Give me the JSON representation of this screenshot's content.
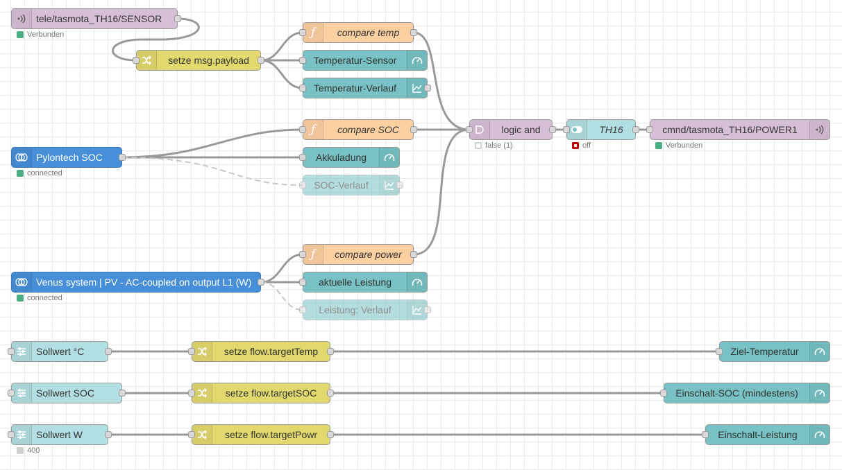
{
  "colors": {
    "mqtt": "#d8bfd8",
    "change": "#e2d96e",
    "function": "#fdd0a2",
    "dashboard": "#78c2c5",
    "slider": "#b2dfe3",
    "victron": "#4790d9",
    "status_green": "#4caf83",
    "status_red": "#c00000",
    "status_grey": "#d0d0d0",
    "wire": "#999999"
  },
  "nodes": {
    "mqtt_in_sensor": {
      "label": "tele/tasmota_TH16/SENSOR",
      "icon": "wifi-icon",
      "status": "Verbunden"
    },
    "change_payload": {
      "label": "setze msg.payload",
      "icon": "shuffle-icon"
    },
    "func_compare_temp": {
      "label": "compare temp",
      "icon": "function-icon"
    },
    "gauge_temp_sensor": {
      "label": "Temperatur-Sensor",
      "icon": "gauge-icon"
    },
    "chart_temp_verlauf": {
      "label": "Temperatur-Verlauf",
      "icon": "chart-icon"
    },
    "func_compare_soc": {
      "label": "compare SOC",
      "icon": "function-icon"
    },
    "logic_and": {
      "label": "logic and",
      "icon": "and-gate-icon",
      "status": "false (1)"
    },
    "switch_th16": {
      "label": "TH16",
      "icon": "toggle-icon",
      "status": "off"
    },
    "mqtt_out_power": {
      "label": "cmnd/tasmota_TH16/POWER1",
      "icon": "wifi-icon",
      "status": "Verbunden"
    },
    "victron_pylontech": {
      "label": "Pylontech SOC",
      "icon": "victron-icon",
      "status": "connected"
    },
    "gauge_akkuladung": {
      "label": "Akkuladung",
      "icon": "gauge-icon"
    },
    "chart_soc_verlauf": {
      "label": "SOC-Verlauf",
      "icon": "chart-icon"
    },
    "func_compare_power": {
      "label": "compare power",
      "icon": "function-icon"
    },
    "victron_venus": {
      "label": "Venus system | PV - AC-coupled on output L1 (W)",
      "icon": "victron-icon",
      "status": "connected"
    },
    "gauge_aktuelle_leistung": {
      "label": "aktuelle Leistung",
      "icon": "gauge-icon"
    },
    "chart_leistung_verlauf": {
      "label": "Leistung: Verlauf",
      "icon": "chart-icon"
    },
    "slider_temp": {
      "label": "Sollwert °C",
      "icon": "slider-icon"
    },
    "change_target_temp": {
      "label": "setze flow.targetTemp",
      "icon": "shuffle-icon"
    },
    "gauge_ziel_temp": {
      "label": "Ziel-Temperatur",
      "icon": "gauge-icon"
    },
    "slider_soc": {
      "label": "Sollwert SOC",
      "icon": "slider-icon"
    },
    "change_target_soc": {
      "label": "setze flow.targetSOC",
      "icon": "shuffle-icon"
    },
    "gauge_einschalt_soc": {
      "label": "Einschalt-SOC (mindestens)",
      "icon": "gauge-icon"
    },
    "slider_w": {
      "label": "Sollwert W",
      "icon": "slider-icon",
      "status": "400"
    },
    "change_target_powr": {
      "label": "setze flow.targetPowr",
      "icon": "shuffle-icon"
    },
    "gauge_einschalt_leistung": {
      "label": "Einschalt-Leistung",
      "icon": "gauge-icon"
    }
  }
}
